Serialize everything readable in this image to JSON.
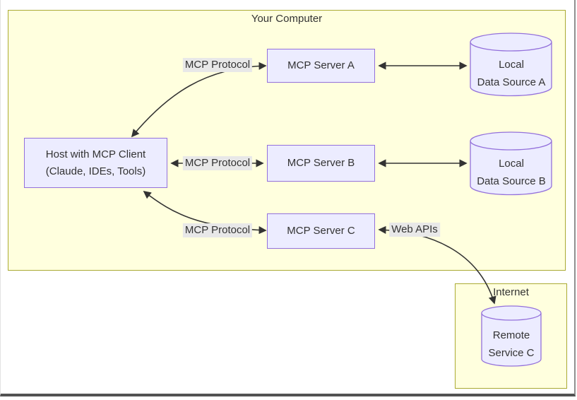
{
  "groups": {
    "your_computer": {
      "title": "Your Computer"
    },
    "internet": {
      "title": "Internet"
    }
  },
  "nodes": {
    "host": {
      "line1": "Host with MCP Client",
      "line2": "(Claude, IDEs, Tools)"
    },
    "server_a": {
      "label": "MCP Server A"
    },
    "server_b": {
      "label": "MCP Server B"
    },
    "server_c": {
      "label": "MCP Server C"
    },
    "data_source_a": {
      "line1": "Local",
      "line2": "Data Source A"
    },
    "data_source_b": {
      "line1": "Local",
      "line2": "Data Source B"
    },
    "remote_service_c": {
      "line1": "Remote",
      "line2": "Service C"
    }
  },
  "edge_labels": {
    "host_server_a": "MCP Protocol",
    "host_server_b": "MCP Protocol",
    "host_server_c": "MCP Protocol",
    "server_c_remote": "Web APIs"
  },
  "colors": {
    "group_fill": "#FFFFDE",
    "group_border": "#AAAA33",
    "node_fill": "#ECECFF",
    "node_border": "#9370DB",
    "edge_label_bg": "#E8E8E8",
    "line": "#333333",
    "text": "#333333"
  }
}
